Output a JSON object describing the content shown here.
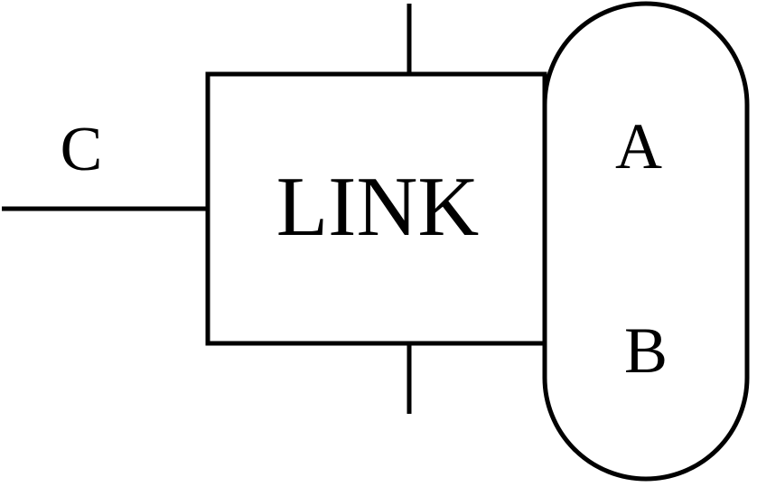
{
  "diagram": {
    "box_label": "LINK",
    "port_c_label": "C",
    "port_a_label": "A",
    "port_b_label": "B"
  },
  "colors": {
    "stroke": "#000000",
    "background": "#ffffff"
  }
}
